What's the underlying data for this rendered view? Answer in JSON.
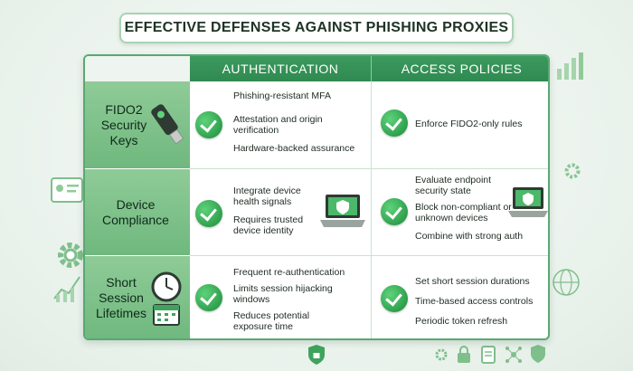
{
  "title": "EFFECTIVE DEFENSES AGAINST PHISHING PROXIES",
  "columns": [
    "AUTHENTICATION",
    "ACCESS POLICIES"
  ],
  "rows": [
    {
      "label": "FIDO2 Security Keys",
      "authentication": [
        "Phishing-resistant MFA",
        "Attestation and origin verification",
        "Hardware-backed assurance"
      ],
      "access": [
        "Enforce FIDO2-only rules"
      ]
    },
    {
      "label": "Device Compliance",
      "authentication": [
        "Integrate device health signals",
        "Requires trusted device identity"
      ],
      "access": [
        "Evaluate endpoint security state",
        "Block non-compliant or unknown devices",
        "Combine with strong auth"
      ]
    },
    {
      "label": "Short Session Lifetimes",
      "authentication": [
        "Frequent re-authentication",
        "Limits session hijacking windows",
        "Reduces potential exposure time"
      ],
      "access": [
        "Set short session durations",
        "Time-based access controls",
        "Periodic token refresh"
      ]
    }
  ],
  "colors": {
    "header_green": "#2f8a50",
    "row_label_green": "#7cbf88",
    "check_green": "#2c9d4a",
    "border": "#5aa873"
  },
  "icons": [
    "security-key-icon",
    "laptop-shield-icon",
    "clock-icon",
    "calendar-icon",
    "shield-lock-icon",
    "gear-icon",
    "id-card-icon",
    "bar-chart-icon",
    "network-icon"
  ]
}
